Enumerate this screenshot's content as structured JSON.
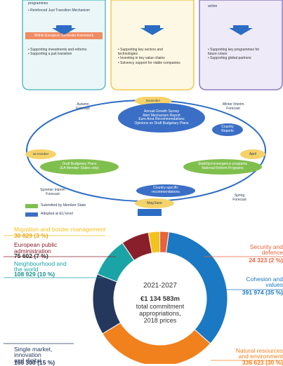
{
  "top": {
    "col1_lines": [
      "programmes",
      "• Reinforced Just Transition Mechanism"
    ],
    "col3_lines": [
      "action"
    ],
    "mid_header": "Within European Semester framework",
    "col1_items": [
      "• Supporting investments and reforms",
      "• Supporting a just transition"
    ],
    "col2_items": [
      "• Supporting key sectors and",
      "  technologies",
      "• Investing in key value chains",
      "• Solvency support for viable companies"
    ],
    "col3_items": [
      "• Supporting key programmes for",
      "  future crises",
      "• Supporting global partners"
    ]
  },
  "cycle": {
    "november": "November",
    "april": "April",
    "may_june": "May/June",
    "october": "15 October",
    "autumn": [
      "Autumn",
      "Forecast"
    ],
    "winter": [
      "Winter Interim",
      "Forecast"
    ],
    "spring": [
      "Spring",
      "Forecast"
    ],
    "summer": [
      "Summer Interim",
      "Forecast"
    ],
    "annual": [
      "Annual Growth Survey",
      "Alert Mechanism Report",
      "Euro Area Recommendations",
      "Opinions on Draft Budgetary Plans"
    ],
    "country_reports": [
      "Country",
      "Reports"
    ],
    "stability": [
      "Stability/convergence programs",
      "National Reform Programs"
    ],
    "draft_plans": [
      "Draft Budgetary Plans",
      "(EA Member States only)"
    ],
    "csr": [
      "Country-specific",
      "recommendations"
    ]
  },
  "legend": {
    "submitted": "Submitted by Member State",
    "adopted": "Adopted at EU level"
  },
  "budget": {
    "center": {
      "period": "2021-2027",
      "total": "€1 134 583m",
      "line1": "total commitment",
      "line2": "appropriations,",
      "line3": "2018 prices"
    },
    "labels": {
      "migration_title": "Migration and border management",
      "migration_value": "30 829 (3 %)",
      "admin_title": [
        "European public",
        "administration"
      ],
      "admin_value": "75 602 (7 %)",
      "neigh_title": [
        "Neighbourhood and",
        "the world"
      ],
      "neigh_value": "108 929 (10 %)",
      "security_title": [
        "Security and",
        "defence"
      ],
      "security_value": "24 323 (2 %)",
      "cohesion_title": [
        "Cohesion and",
        "values"
      ],
      "cohesion_value": "391 974 (35 %)",
      "single_title": [
        "Single market,",
        "innovation",
        "and digital"
      ],
      "single_value": "166 303 (15 %)",
      "natural_title": [
        "Natural resources",
        "and environment"
      ],
      "natural_value": "336 623 (30 %)"
    },
    "colors": {
      "cohesion": "#1b78c2",
      "natural": "#f0811d",
      "single": "#24385e",
      "neighbourhood": "#1aa4a6",
      "admin": "#8a1f2c",
      "migration": "#f5c21b",
      "security": "#e8623a"
    }
  }
}
